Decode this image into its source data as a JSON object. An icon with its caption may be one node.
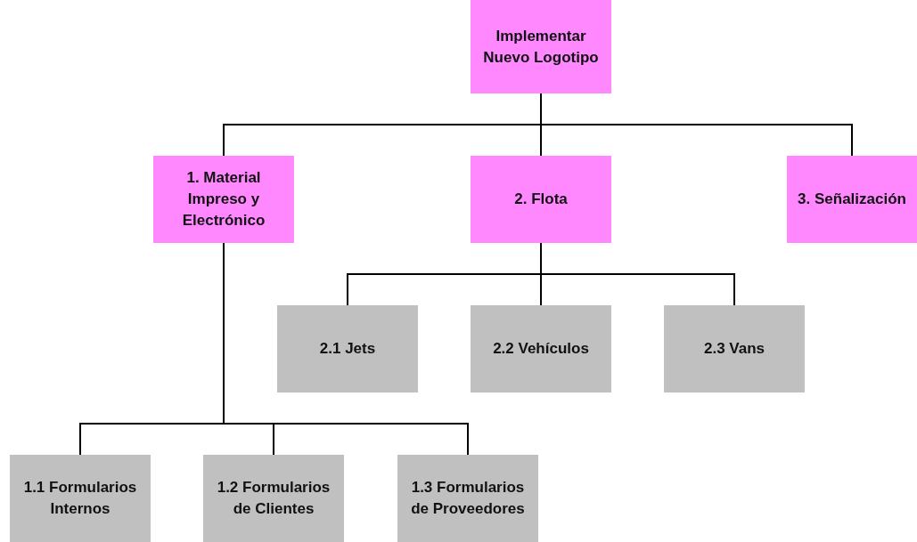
{
  "diagram": {
    "nodes": [
      {
        "text": [
          "Implementar Nuevo Logotipo"
        ]
      },
      {
        "text": [
          "1. Material Impreso y Electrónico"
        ]
      },
      {
        "text": [
          "2. Flota"
        ]
      },
      {
        "text": [
          "3. Señalización"
        ]
      },
      {
        "text": [
          "2.1 Jets"
        ]
      },
      {
        "text": [
          "2.2 Vehículos"
        ]
      },
      {
        "text": [
          "2.3 Vans"
        ]
      },
      {
        "text": [
          "1.1 Formularios Internos"
        ]
      },
      {
        "text": [
          "1.2 Formularios de Clientes"
        ]
      },
      {
        "text": [
          "1.3 Formularios de Proveedores"
        ]
      }
    ],
    "edges": [
      {
        "from": 0,
        "to": 1,
        "arrow": "none"
      },
      {
        "from": 0,
        "to": 2,
        "arrow": "none"
      },
      {
        "from": 0,
        "to": 3,
        "arrow": "none"
      },
      {
        "from": 2,
        "to": 4,
        "arrow": "none"
      },
      {
        "from": 2,
        "to": 5,
        "arrow": "none"
      },
      {
        "from": 2,
        "to": 6,
        "arrow": "none"
      },
      {
        "from": 1,
        "to": 7,
        "arrow": "none"
      },
      {
        "from": 1,
        "to": 8,
        "arrow": "none"
      },
      {
        "from": 1,
        "to": 9,
        "arrow": "none"
      }
    ]
  }
}
